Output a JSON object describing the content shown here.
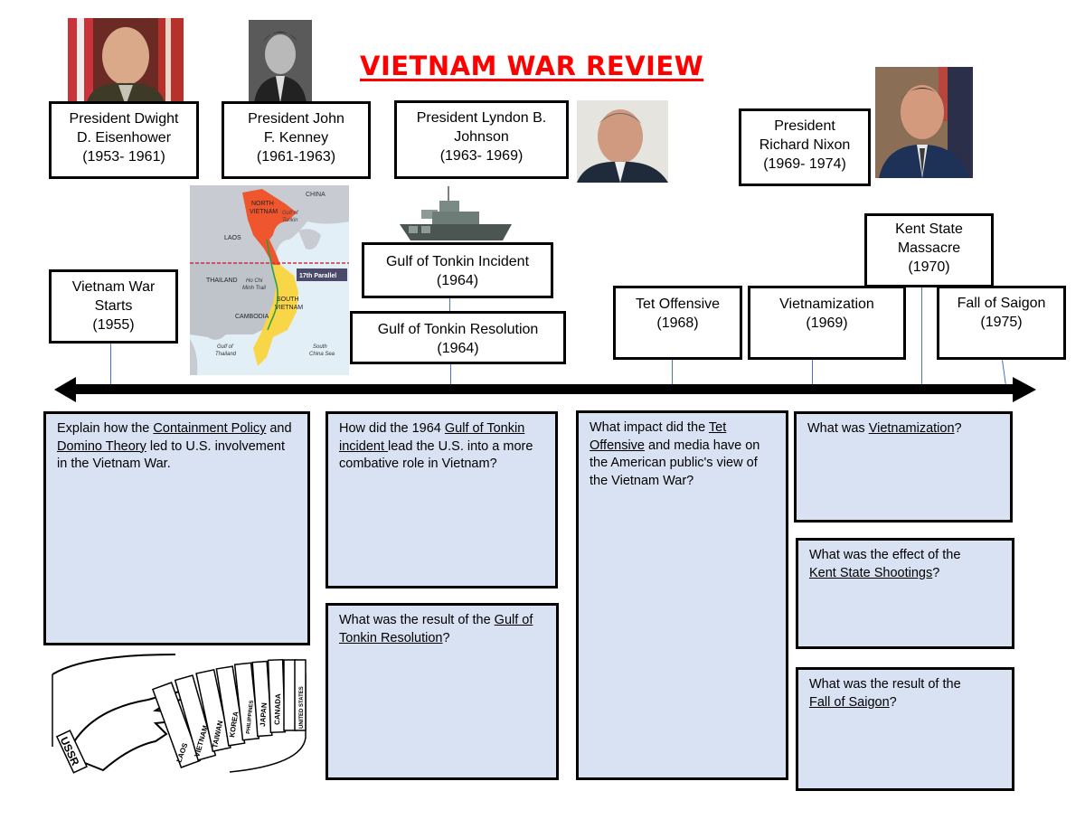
{
  "title": "VIETNAM WAR REVIEW",
  "colors": {
    "title": "#ff0000",
    "question_box_bg": "#d9e2f3",
    "connector": "#4472c4",
    "north_vietnam": "#f0562e",
    "south_vietnam": "#f9d648",
    "map_land": "#c8ccd2",
    "map_sea": "#e2eff7"
  },
  "presidents": [
    {
      "line1": "President Dwight",
      "line2": "D. Eisenhower",
      "line3": "(1953- 1961)"
    },
    {
      "line1": "President John",
      "line2": "F. Kenney",
      "line3": "(1961-1963)"
    },
    {
      "line1": "President Lyndon B.",
      "line2": "Johnson",
      "line3": "(1963- 1969)"
    },
    {
      "line1": "President",
      "line2": "Richard Nixon",
      "line3": "(1969- 1974)"
    }
  ],
  "events": [
    {
      "line1": "Vietnam War",
      "line2": "Starts",
      "line3": "(1955)"
    },
    {
      "line1": "Gulf of Tonkin Incident",
      "line2": "(1964)"
    },
    {
      "line1": "Gulf of Tonkin Resolution",
      "line2": "(1964)"
    },
    {
      "line1": "Tet Offensive",
      "line2": "(1968)"
    },
    {
      "line1": "Vietnamization",
      "line2": "(1969)"
    },
    {
      "line1": "Kent State",
      "line2": "Massacre",
      "line3": "(1970)"
    },
    {
      "line1": "Fall of Saigon",
      "line2": "(1975)"
    }
  ],
  "map_labels": {
    "china": "CHINA",
    "north_vietnam_1": "NORTH",
    "north_vietnam_2": "VIETNAM",
    "gulf_tonkin_1": "Gulf of",
    "gulf_tonkin_2": "Tonkin",
    "laos": "LAOS",
    "thailand": "THAILAND",
    "ho_chi_minh_1": "Ho Chi",
    "ho_chi_minh_2": "Minh Trail",
    "parallel": "17th Parallel",
    "south_vietnam_1": "SOUTH",
    "south_vietnam_2": "VIETNAM",
    "cambodia": "CAMBODIA",
    "gulf_thailand_1": "Gulf of",
    "gulf_thailand_2": "Thailand",
    "south_china_sea_1": "South",
    "south_china_sea_2": "China Sea"
  },
  "domino_labels": [
    "USSR",
    "LAOS",
    "VIETNAM",
    "TAIWAN",
    "KOREA",
    "PHILIPPINES",
    "JAPAN",
    "CANADA",
    "UNITED STATES"
  ],
  "questions": {
    "q1": {
      "pre": "Explain how the ",
      "u1": "Containment Policy",
      "mid1": " and ",
      "u2": "Domino Theory",
      "post": " led to U.S. involvement in the Vietnam War."
    },
    "q2": {
      "pre": "How did the 1964 ",
      "u1": "Gulf of Tonkin incident ",
      "post": "lead the U.S. into a more combative role in Vietnam?"
    },
    "q3": {
      "pre": "What was the result of the ",
      "u1": "Gulf of Tonkin Resolution",
      "post": "?"
    },
    "q4": {
      "pre": "What impact did the ",
      "u1": "Tet Offensive",
      "post": " and media have on the American public's view of the Vietnam War?"
    },
    "q5": {
      "pre": "What was ",
      "u1": "Vietnamization",
      "post": "?"
    },
    "q6": {
      "pre": "What was the effect of the ",
      "u1": "Kent State Shootings",
      "post": "?"
    },
    "q7": {
      "pre": "What was the result of the ",
      "u1": "Fall of Saigon",
      "post": "?"
    }
  }
}
